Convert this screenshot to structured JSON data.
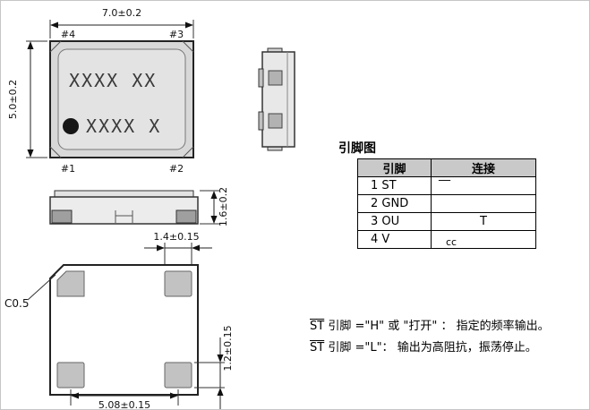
{
  "views": {
    "top": {
      "dim_width": "7.0±0.2",
      "dim_height": "5.0±0.2",
      "pin_4": "#4",
      "pin_3": "#3",
      "pin_1": "#1",
      "pin_2": "#2",
      "marking_line1": "XXXX  XX",
      "marking_line2": "XXXX X"
    },
    "front": {
      "dim_thickness": "1.6±0.2"
    },
    "bottom": {
      "dim_pad_width": "1.4±0.15",
      "dim_pad_pitch": "5.08±0.15",
      "dim_pad_height": "1.2±0.15",
      "chamfer_label": "C0.5"
    }
  },
  "pin_table": {
    "title": "引脚图",
    "col_pin": "引脚",
    "col_conn": "连接",
    "rows": [
      {
        "pin": "1 ST",
        "conn": "‾‾"
      },
      {
        "pin": "2 GND",
        "conn": ""
      },
      {
        "pin": "3 OU",
        "conn": "T"
      },
      {
        "pin": "4 V",
        "conn": "cc"
      }
    ]
  },
  "notes": {
    "line1": {
      "st": "ST",
      "text": " 引脚 =\"H\" 或 \"打开\" ：  指定的频率输出。"
    },
    "line2": {
      "st": "ST",
      "text": " 引脚 =\"L\"：  输出为高阻抗，振荡停止。"
    }
  },
  "colors": {
    "body_fill": "#d8d8d8",
    "lid_fill": "#e3e3e3",
    "pad_fill": "#c2c2c2",
    "dark_pad_fill": "#9f9f9f",
    "header_fill": "#c9c9c9",
    "line": "#1a1a1a"
  }
}
